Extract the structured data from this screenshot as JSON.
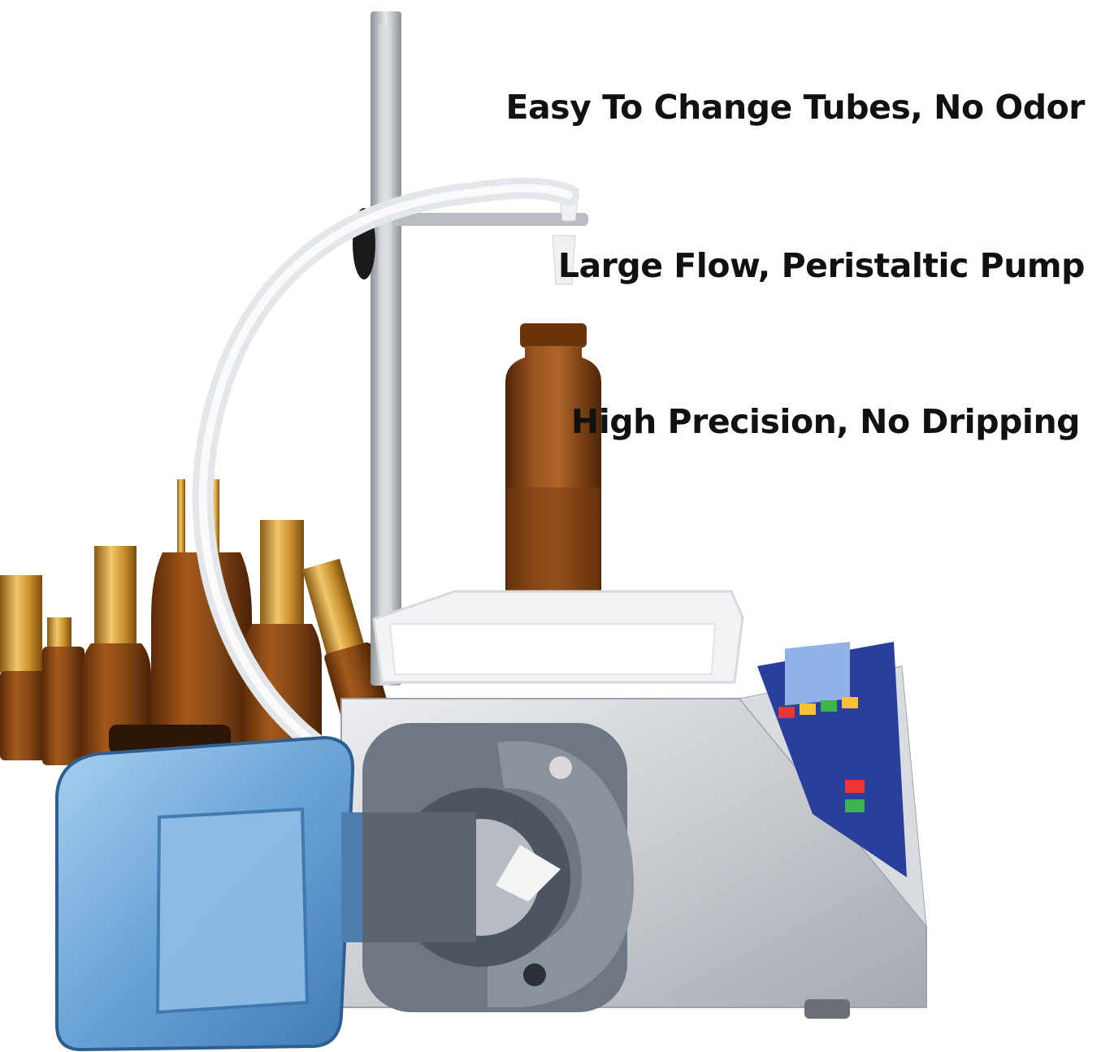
{
  "features": [
    {
      "text": "Easy To Change Tubes, No Odor"
    },
    {
      "text": "Large Flow, Peristaltic Pump"
    },
    {
      "text": "High Precision, No Dripping"
    }
  ],
  "colors": {
    "amber_glass": "#8a4a17",
    "gold_cap": "#c9902e",
    "steel": "#c9ccd1",
    "blue_cover": "#6aa3d6",
    "pump_head": "#6f7784",
    "display_panel": "#2a3f9c",
    "tray": "#f2f3f5"
  }
}
